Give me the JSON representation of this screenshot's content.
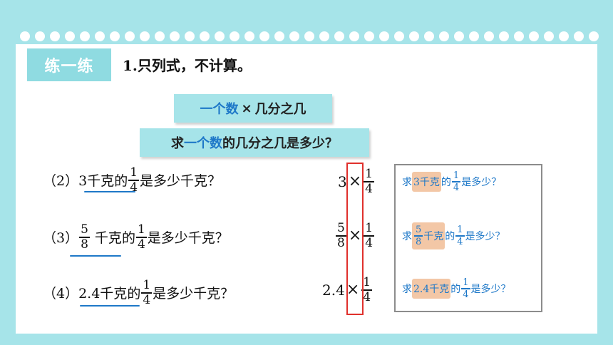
{
  "header": {
    "badge_label": "练一练",
    "instruction": "1.只列式，不计算。"
  },
  "formula_box": {
    "part1": "一个数",
    "op": "×",
    "part2": "几分之几"
  },
  "question_box": {
    "part1": "求",
    "part2": "一个数",
    "part3": "的几分之几是多少？"
  },
  "questions": [
    {
      "prefix": "（2）",
      "quantity": "3千克",
      "of": "的",
      "frac": {
        "n": "1",
        "d": "4"
      },
      "suffix": "是多少千克？"
    },
    {
      "prefix": "（3）",
      "quantity_frac": {
        "n": "5",
        "d": "8"
      },
      "quantity_unit": "千克",
      "of": "的",
      "frac": {
        "n": "1",
        "d": "4"
      },
      "suffix": "是多少千克？"
    },
    {
      "prefix": "（4）",
      "quantity": "2.4千克",
      "of": "的",
      "frac": {
        "n": "1",
        "d": "4"
      },
      "suffix": "是多少千克？"
    }
  ],
  "expressions": [
    {
      "left": "3",
      "op": "×",
      "frac": {
        "n": "1",
        "d": "4"
      }
    },
    {
      "left_frac": {
        "n": "5",
        "d": "8"
      },
      "op": "×",
      "frac": {
        "n": "1",
        "d": "4"
      }
    },
    {
      "left": "2.4",
      "op": "×",
      "frac": {
        "n": "1",
        "d": "4"
      }
    }
  ],
  "hints": [
    {
      "start": "求",
      "highlight": "3千克",
      "of": "的",
      "frac": {
        "n": "1",
        "d": "4"
      },
      "end": "是多少？"
    },
    {
      "start": "求",
      "highlight_frac": {
        "n": "5",
        "d": "8"
      },
      "highlight_unit": "千克",
      "of": "的",
      "frac": {
        "n": "1",
        "d": "4"
      },
      "end": "是多少？"
    },
    {
      "start": "求",
      "highlight": "2.4千克",
      "of": "的",
      "frac": {
        "n": "1",
        "d": "4"
      },
      "end": "是多少？"
    }
  ],
  "colors": {
    "background": "#a6e4e9",
    "accent_blue": "#1e78c8",
    "highlight": "#f3c7a6",
    "red_box": "#e0302c"
  }
}
